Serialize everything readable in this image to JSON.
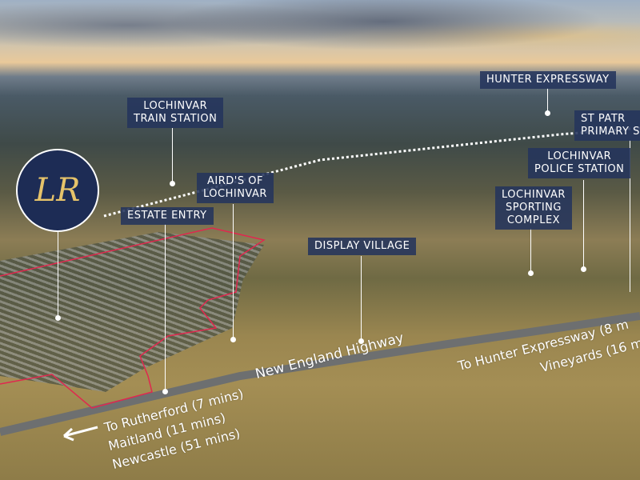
{
  "labels": {
    "hunter_expressway": "HUNTER EXPRESSWAY",
    "train_station": [
      "LOCHINVAR",
      "TRAIN STATION"
    ],
    "st_patricks": [
      "ST PATR",
      "PRIMARY S"
    ],
    "police_station": [
      "LOCHINVAR",
      "POLICE STATION"
    ],
    "sporting_complex": [
      "LOCHINVAR",
      "SPORTING",
      "COMPLEX"
    ],
    "airds": [
      "AIRD'S OF",
      "LOCHINVAR"
    ],
    "estate_entry": "ESTATE ENTRY",
    "display_village": "DISPLAY VILLAGE"
  },
  "logo": {
    "text": "LR"
  },
  "roads": {
    "highway": "New England Highway",
    "west": [
      "To Rutherford (7 mins)",
      "Maitland (11 mins)",
      "Newcastle (51 mins)"
    ],
    "east": [
      "To Hunter Expressway (8 m",
      "Vineyards (16 m"
    ]
  },
  "colors": {
    "label_bg": "#24345c",
    "boundary": "#e0284f",
    "logo_bg": "#1d2c55",
    "logo_fg": "#e6c36a"
  }
}
